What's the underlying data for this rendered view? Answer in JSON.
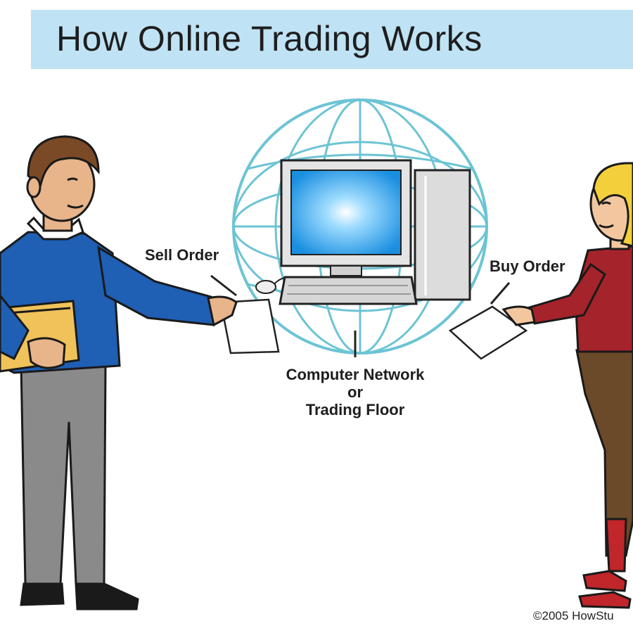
{
  "title": "How Online Trading Works",
  "labels": {
    "sell_order": "Sell Order",
    "buy_order": "Buy Order",
    "network_line1": "Computer Network",
    "network_line2": "or",
    "network_line3": "Trading Floor"
  },
  "copyright": "©2005 HowStu",
  "colors": {
    "title_bg": "#bfe3f4",
    "globe_line": "#6cc4d4",
    "screen": "#1aa0e6",
    "man_shirt": "#1f5fb4",
    "man_pants": "#8a8a8a",
    "woman_top": "#a5232a",
    "woman_pants": "#6b4a2a",
    "woman_hair": "#f3cf3b",
    "folder": "#f0c25a"
  }
}
